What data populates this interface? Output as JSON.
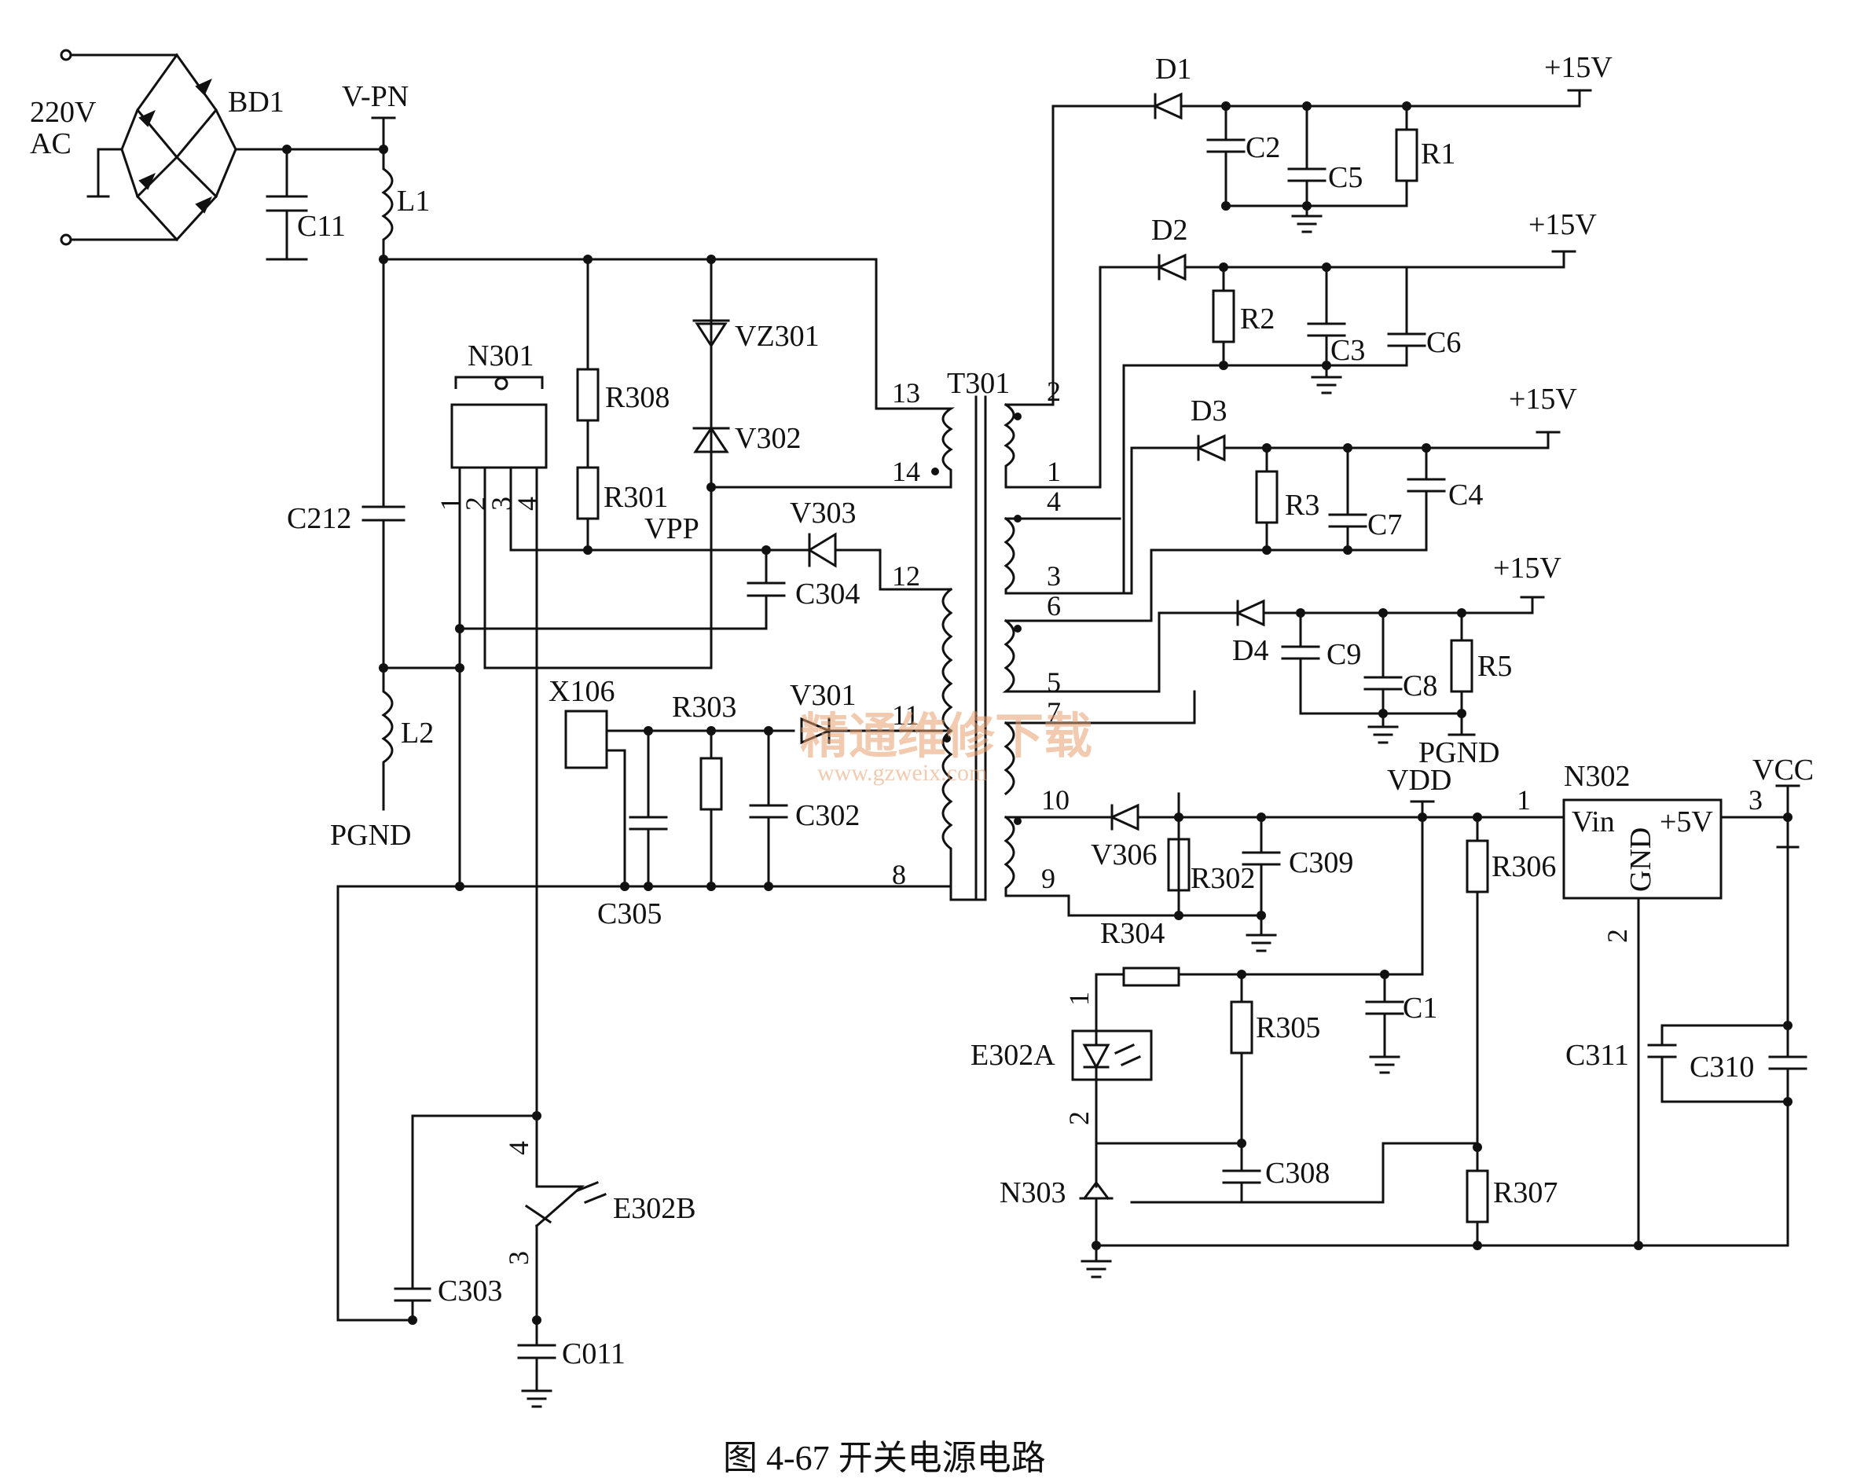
{
  "figure": {
    "caption": "图 4-67   开关电源电路",
    "watermark_title": "精通维修下载",
    "watermark_url": "www.gzweix.com"
  },
  "colors": {
    "ink": "#111111",
    "watermark": "#e8a070",
    "background": "#ffffff"
  },
  "components": [
    {
      "id": "ac_in",
      "label": "220V\nAC"
    },
    {
      "id": "bd1",
      "label": "BD1"
    },
    {
      "id": "vpn",
      "label": "V-PN"
    },
    {
      "id": "c11",
      "label": "C11"
    },
    {
      "id": "l1",
      "label": "L1"
    },
    {
      "id": "c212",
      "label": "C212"
    },
    {
      "id": "l2",
      "label": "L2"
    },
    {
      "id": "pgnd1",
      "label": "PGND"
    },
    {
      "id": "n301",
      "label": "N301"
    },
    {
      "id": "r308",
      "label": "R308"
    },
    {
      "id": "r301",
      "label": "R301"
    },
    {
      "id": "vpp",
      "label": "VPP"
    },
    {
      "id": "vz301",
      "label": "VZ301"
    },
    {
      "id": "v302",
      "label": "V302"
    },
    {
      "id": "v303",
      "label": "V303"
    },
    {
      "id": "c304",
      "label": "C304"
    },
    {
      "id": "x106",
      "label": "X106"
    },
    {
      "id": "r303",
      "label": "R303"
    },
    {
      "id": "v301",
      "label": "V301"
    },
    {
      "id": "c302",
      "label": "C302"
    },
    {
      "id": "c305",
      "label": "C305"
    },
    {
      "id": "t301",
      "label": "T301"
    },
    {
      "id": "d1",
      "label": "D1"
    },
    {
      "id": "c2",
      "label": "C2"
    },
    {
      "id": "c5",
      "label": "C5"
    },
    {
      "id": "r1",
      "label": "R1"
    },
    {
      "id": "d2",
      "label": "D2"
    },
    {
      "id": "r2",
      "label": "R2"
    },
    {
      "id": "c3",
      "label": "C3"
    },
    {
      "id": "c6",
      "label": "C6"
    },
    {
      "id": "d3",
      "label": "D3"
    },
    {
      "id": "r3",
      "label": "R3"
    },
    {
      "id": "c7",
      "label": "C7"
    },
    {
      "id": "c4",
      "label": "C4"
    },
    {
      "id": "d4",
      "label": "D4"
    },
    {
      "id": "c9",
      "label": "C9"
    },
    {
      "id": "c8",
      "label": "C8"
    },
    {
      "id": "r5",
      "label": "R5"
    },
    {
      "id": "pgnd2",
      "label": "PGND"
    },
    {
      "id": "vdd",
      "label": "VDD"
    },
    {
      "id": "v306",
      "label": "V306"
    },
    {
      "id": "r302",
      "label": "R302"
    },
    {
      "id": "c309",
      "label": "C309"
    },
    {
      "id": "r304",
      "label": "R304"
    },
    {
      "id": "r306",
      "label": "R306"
    },
    {
      "id": "n302",
      "label": "N302"
    },
    {
      "id": "vin",
      "label": "Vin"
    },
    {
      "id": "p5v",
      "label": "+5V"
    },
    {
      "id": "gnd",
      "label": "GND"
    },
    {
      "id": "vcc",
      "label": "VCC"
    },
    {
      "id": "e302a",
      "label": "E302A"
    },
    {
      "id": "r305",
      "label": "R305"
    },
    {
      "id": "c1",
      "label": "C1"
    },
    {
      "id": "c311",
      "label": "C311"
    },
    {
      "id": "c310",
      "label": "C310"
    },
    {
      "id": "c308",
      "label": "C308"
    },
    {
      "id": "n303",
      "label": "N303"
    },
    {
      "id": "r307",
      "label": "R307"
    },
    {
      "id": "e302b",
      "label": "E302B"
    },
    {
      "id": "c303",
      "label": "C303"
    },
    {
      "id": "c011",
      "label": "C011"
    }
  ],
  "rails": [
    "+15V",
    "+15V",
    "+15V",
    "+15V"
  ],
  "winding_pins": [
    "13",
    "14",
    "12",
    "11",
    "8",
    "2",
    "1",
    "4",
    "3",
    "6",
    "5",
    "7",
    "10",
    "9"
  ],
  "ic_pins": {
    "n301": [
      "1",
      "2",
      "3",
      "4"
    ],
    "n302": [
      "1",
      "2",
      "3"
    ],
    "e302a": [
      "1",
      "2"
    ],
    "e302b": [
      "4",
      "3"
    ]
  }
}
